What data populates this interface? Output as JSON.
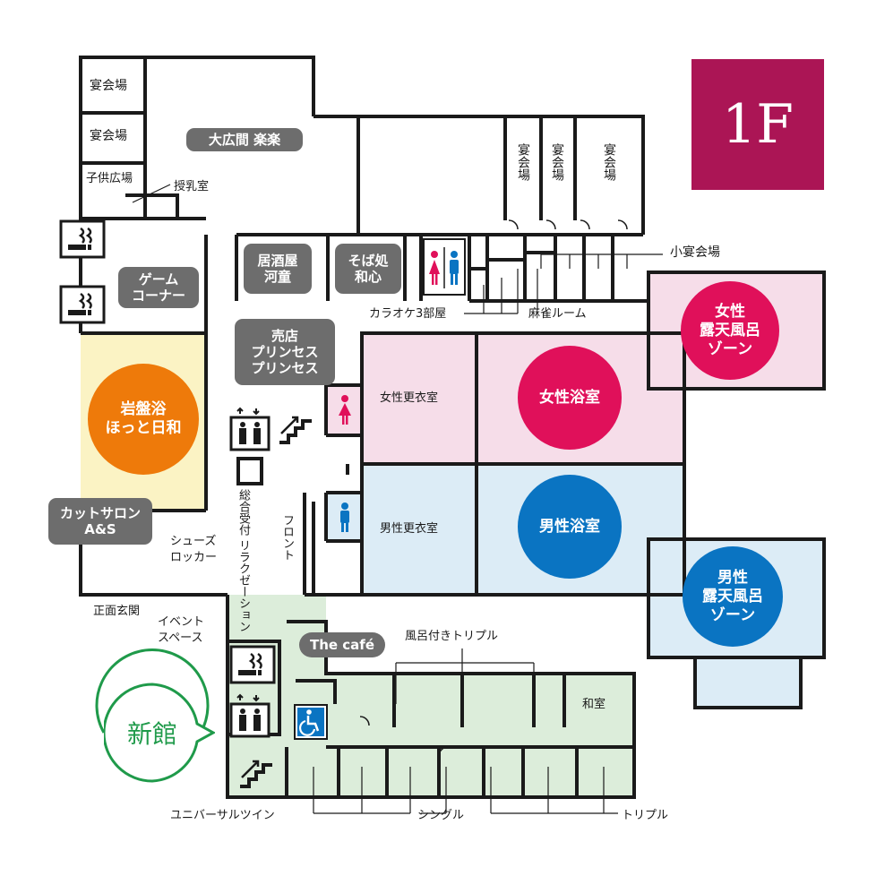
{
  "floor": "1F",
  "new_building": "新館",
  "colors": {
    "wall": "#1a1a1a",
    "womens_zone": "#f6dde9",
    "mens_zone": "#dcecf6",
    "rock_bath_zone": "#fbf3c4",
    "new_building_zone": "#dcedda",
    "womens_circle": "#e0105a",
    "mens_circle": "#0a74c2",
    "rock_bath_circle": "#ee7a0a",
    "pill": "#6d6d6d",
    "floor_badge": "#ab1555",
    "new_building_accent": "#1f9a4a"
  },
  "rooms": {
    "banquet1": "宴会場",
    "banquet2": "宴会場",
    "kids_area": "子供広場",
    "nursing_room": "授乳室",
    "banquet_v1": "宴会場",
    "banquet_v2": "宴会場",
    "banquet_v3": "宴会場",
    "small_banquet": "小宴会場",
    "karaoke": "カラオケ3部屋",
    "mahjong": "麻雀ルーム",
    "womens_changing": "女性更衣室",
    "mens_changing": "男性更衣室",
    "front_desk": "フロント",
    "reception_relax": "総合受付\nリラクゼーション",
    "shoe_locker": "シューズ\nロッカー",
    "main_entrance": "正面玄関",
    "event_space": "イベント\nスペース",
    "triple_with_bath": "風呂付きトリプル",
    "japanese_room": "和室",
    "universal_twin": "ユニバーサルツイン",
    "single": "シングル",
    "triple": "トリプル"
  },
  "facilities": {
    "great_hall": "大広間 楽楽",
    "izakaya": "居酒屋\n河童",
    "soba": "そば処\n和心",
    "game_corner": "ゲーム\nコーナー",
    "shop": "売店\nプリンセス\nプリンセス",
    "barber": "カットサロン\nA&S",
    "cafe": "The café"
  },
  "baths": {
    "rock_bath": "岩盤浴\nほっと日和",
    "womens_bath": "女性浴室",
    "womens_outdoor": "女性\n露天風呂\nゾーン",
    "mens_bath": "男性浴室",
    "mens_outdoor": "男性\n露天風呂\nゾーン"
  },
  "icons": [
    "smoking-room-icon",
    "restroom-icon",
    "elevator-icon",
    "stairs-icon",
    "wheelchair-icon",
    "womens-restroom-icon",
    "mens-restroom-icon"
  ]
}
